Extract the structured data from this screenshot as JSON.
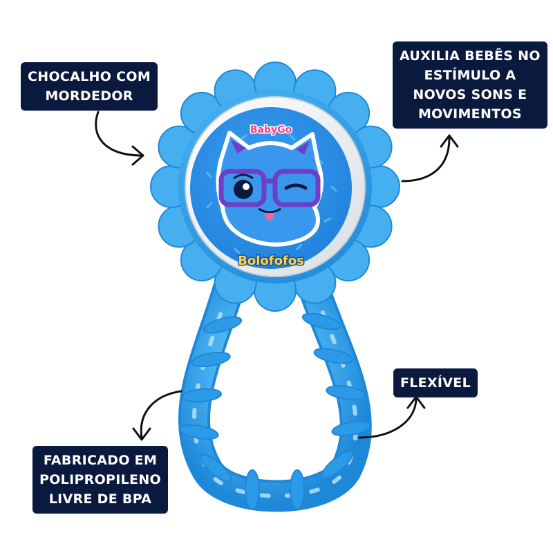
{
  "callouts": {
    "rattle_teether": {
      "lines": [
        "CHOCALHO COM",
        "MORDEDOR"
      ]
    },
    "stimulus": {
      "lines": [
        "AUXILIA BEBÊS NO",
        "ESTÍMULO A",
        "NOVOS SONS E",
        "MOVIMENTOS"
      ]
    },
    "flexible": {
      "lines": [
        "FLEXÍVEL"
      ]
    },
    "material": {
      "lines": [
        "FABRICADO EM",
        "POLIPROPILENO",
        "LIVRE DE BPA"
      ]
    }
  },
  "product": {
    "brand": "BabyGo",
    "character_logo": "Bolofofos"
  },
  "colors": {
    "callout_bg": "#0a1a3f",
    "callout_text": "#ffffff",
    "toy_blue": "#3aa8ee",
    "toy_blue_dark": "#1e88d8",
    "disc_blue": "#2b8fe6",
    "cat_purple": "#6c3fc4",
    "arrow": "#111111"
  },
  "icons": [
    "curved-arrow-icon",
    "cat-character-icon",
    "glasses-icon"
  ]
}
